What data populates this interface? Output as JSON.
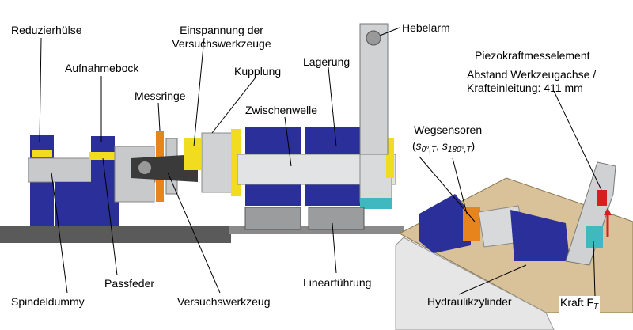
{
  "labels": {
    "reduzierhuelse": "Reduzierhülse",
    "aufnahmebock": "Aufnahmebock",
    "messringe": "Messringe",
    "einspannung_1": "Einspannung der",
    "einspannung_2": "Versuchswerkzeuge",
    "kupplung": "Kupplung",
    "lagerung": "Lagerung",
    "zwischenwelle": "Zwischenwelle",
    "hebelarm": "Hebelarm",
    "piezo": "Piezokraftmesselement",
    "abstand_1": "Abstand Werkzeugachse /",
    "abstand_2": "Krafteinleitung: 411 mm",
    "wegsensoren": "Wegsensoren",
    "wegsensoren_open": "(",
    "wegsensoren_s1": "s",
    "wegsensoren_s1_sub": "0°,T",
    "wegsensoren_sep": ", ",
    "wegsensoren_s2": "s",
    "wegsensoren_s2_sub": "180°,T",
    "wegsensoren_close": ")",
    "spindeldummy": "Spindeldummy",
    "passfeder": "Passfeder",
    "versuchswerkzeug": "Versuchswerkzeug",
    "linearfuehrung": "Linearführung",
    "hydraulikzylinder": "Hydraulikzylinder",
    "kraft": "Kraft F",
    "kraft_sub": "T"
  },
  "colors": {
    "blue": "#2b2f9a",
    "yellow": "#f2dc1f",
    "grey": "#c7c9cb",
    "dark": "#3a3a3a",
    "wood": "#d9c29a",
    "cyan": "#3fb8c0",
    "orange": "#e8841c",
    "red": "#d42020"
  }
}
